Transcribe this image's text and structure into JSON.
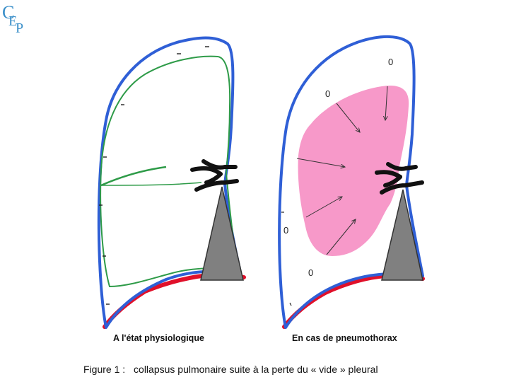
{
  "logo": {
    "text": "CEP",
    "color": "#3a8fc9"
  },
  "panels": {
    "left": {
      "caption": "A l'état physiologique"
    },
    "right": {
      "caption": "En cas de pneumothorax",
      "pressure_labels": [
        "0",
        "0",
        "0",
        "0"
      ]
    }
  },
  "figure_caption": {
    "label": "Figure 1 :",
    "text": "collapsus pulmonaire suite à la perte du « vide » pleural"
  },
  "colors": {
    "pleura_blue": "#2f5fd6",
    "diaphragm_red": "#e0102a",
    "lung_green": "#2e9b48",
    "collapsed_lung_pink": "#f799c9",
    "mediastinum_gray": "#808080"
  }
}
